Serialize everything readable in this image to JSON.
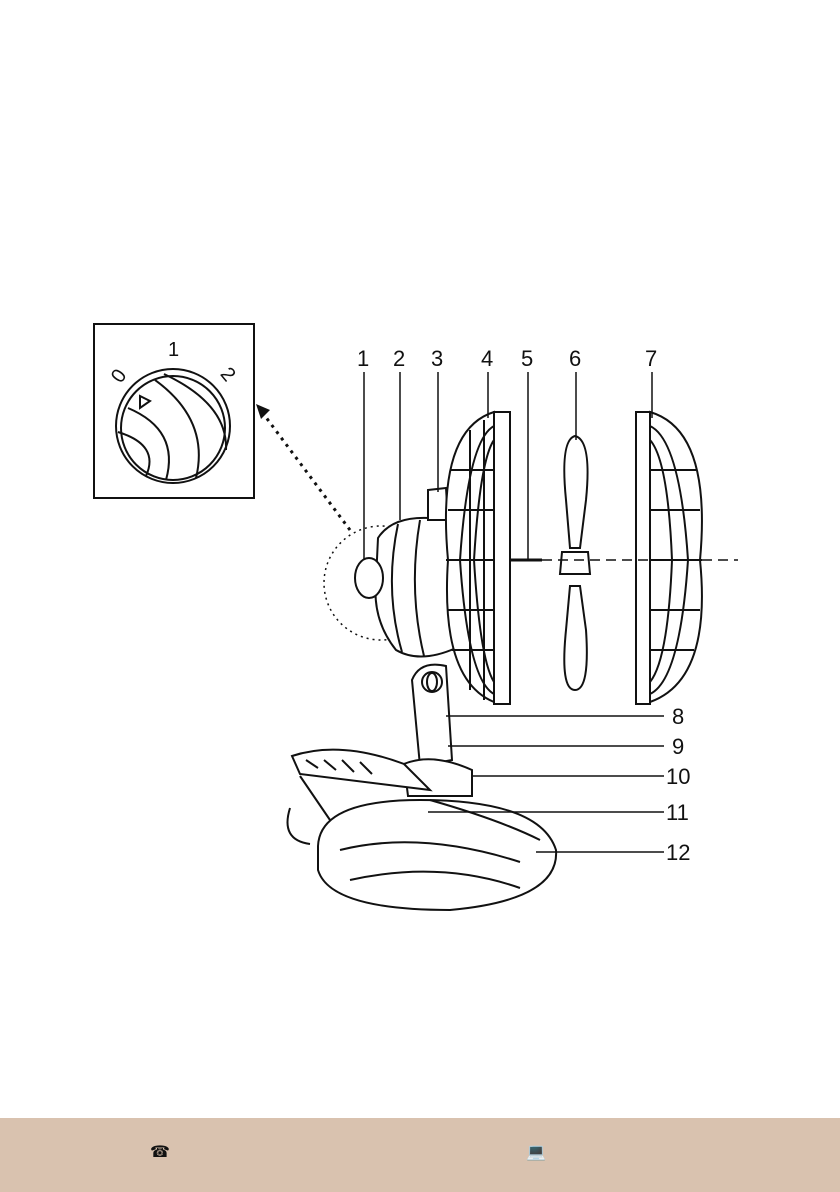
{
  "dial": {
    "labels": [
      "0",
      "1",
      "2"
    ]
  },
  "parts": [
    "1",
    "2",
    "3",
    "4",
    "5",
    "6",
    "7",
    "8",
    "9",
    "10",
    "11",
    "12"
  ],
  "footer": {
    "phone_icon": "telephone-icon",
    "computer_icon": "computer-icon",
    "bg": "#d9c2af"
  }
}
